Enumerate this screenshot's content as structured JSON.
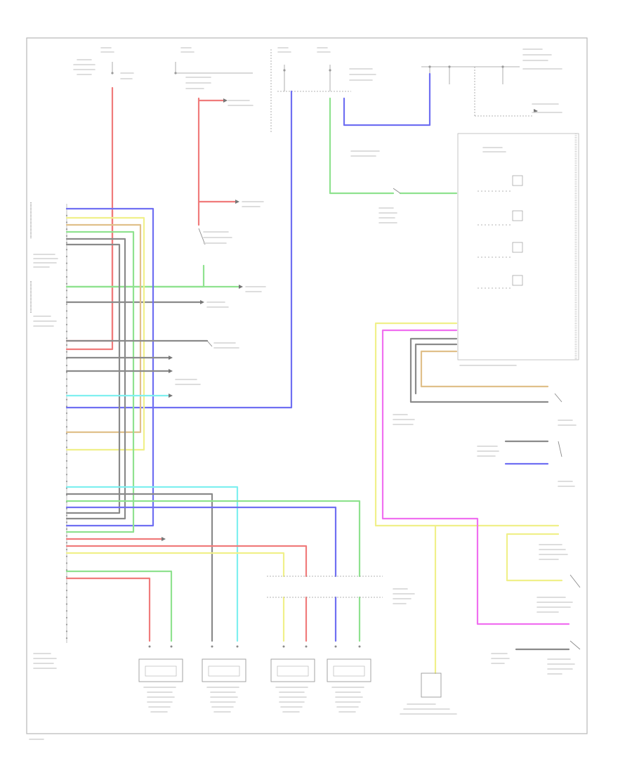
{
  "diagram": {
    "ref_code": "",
    "ecu_label": "",
    "sensors": [
      {
        "id": "rr",
        "label": ""
      },
      {
        "id": "lr",
        "label": ""
      },
      {
        "id": "lf",
        "label": ""
      },
      {
        "id": "rf",
        "label": ""
      }
    ],
    "colors": {
      "red": "#f07b7b",
      "blue": "#6f6ff2",
      "green": "#8fe28f",
      "yellow": "#f0f08a",
      "cyan": "#7ff0f0",
      "magenta": "#f06ff0",
      "orange": "#e0c08a",
      "gray": "#8a8a8a",
      "frame": "#b8b8b8"
    }
  }
}
